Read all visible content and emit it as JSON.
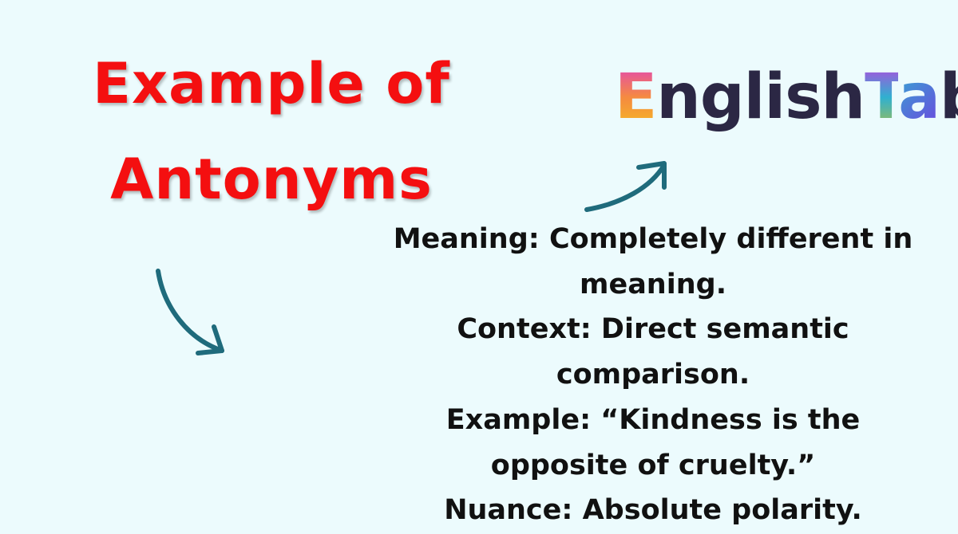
{
  "title": {
    "line1": "Example of",
    "line2": "Antonyms"
  },
  "logo": {
    "text": "EnglishTab",
    "part_e": "E",
    "part_nglish": "nglish",
    "part_t": "T",
    "part_a": "a",
    "part_b": "b"
  },
  "description": {
    "lines": [
      "Meaning: Completely different in",
      "meaning.",
      "Context: Direct semantic",
      "comparison.",
      "Example: “Kindness is the",
      "opposite of cruelty.”",
      "Nuance: Absolute polarity."
    ]
  },
  "colors": {
    "background": "#ecfbfd",
    "title": "#f40f10",
    "arrow": "#1f6b7c",
    "text": "#111111"
  }
}
